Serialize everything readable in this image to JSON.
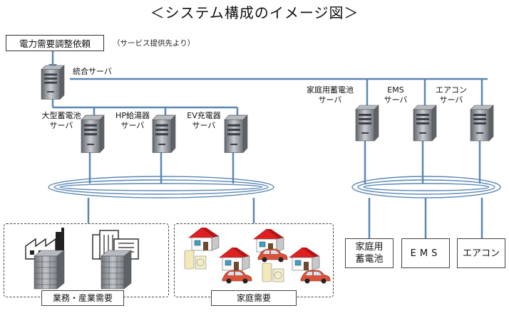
{
  "title": "＜システム構成のイメージ図＞",
  "request": {
    "label": "電力需要調整依頼",
    "note": "（サービス提供先より）"
  },
  "servers": {
    "integrated": "統合サーバ",
    "large_battery": [
      "大型蓄電池",
      "サーバ"
    ],
    "hp_water_heater": [
      "HP給湯器",
      "サーバ"
    ],
    "ev_charger": [
      "EV充電器",
      "サーバ"
    ],
    "home_battery": [
      "家庭用蓄電池",
      "サーバ"
    ],
    "ems": [
      "EMS",
      "サーバ"
    ],
    "aircon": [
      "エアコン",
      "サーバ"
    ]
  },
  "devices": {
    "home_battery": [
      "家庭用",
      "蓄電池"
    ],
    "ems": "EMS",
    "aircon": "エアコン"
  },
  "groups": {
    "business": "業務・産業需要",
    "household": "家庭需要"
  },
  "colors": {
    "line": "#5b87b5",
    "server_body": "#8a8f96",
    "server_light": "#d3d6da",
    "roof": "#e02020",
    "car": "#d9533a"
  }
}
